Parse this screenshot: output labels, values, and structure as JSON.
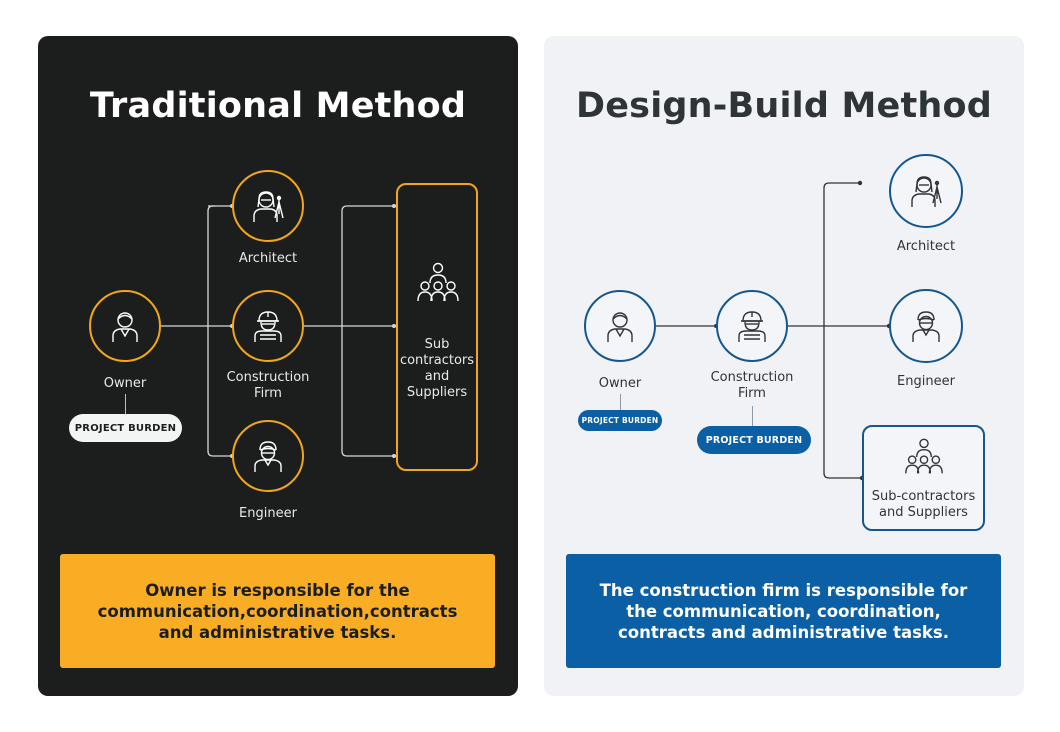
{
  "traditional": {
    "title": "Traditional Method",
    "nodes": {
      "owner": "Owner",
      "architect": "Architect",
      "construction_firm": "Construction\nFirm",
      "engineer": "Engineer",
      "subcontractors": "Sub\ncontractors\nand\nSuppliers"
    },
    "badge": "PROJECT BURDEN",
    "callout": "Owner is responsible for the communication,coordination,contracts and administrative tasks."
  },
  "design_build": {
    "title": "Design-Build Method",
    "nodes": {
      "owner": "Owner",
      "construction_firm": "Construction\nFirm",
      "architect": "Architect",
      "engineer": "Engineer",
      "subcontractors": "Sub-contractors\nand Suppliers"
    },
    "owner_badge": "PROJECT BURDEN",
    "firm_badge": "PROJECT BURDEN",
    "callout": "The construction firm is responsible for the communication, coordination, contracts and administrative tasks."
  },
  "colors": {
    "left_bg": "#1c1e1e",
    "right_bg": "#f1f2f6",
    "accent_orange": "#f9ad24",
    "accent_blue": "#0b5fa5",
    "ring_orange": "#f2a619",
    "ring_blue": "#14578f"
  }
}
